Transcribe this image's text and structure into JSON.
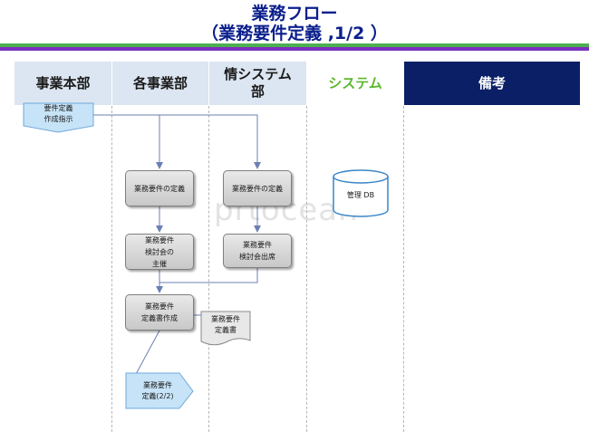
{
  "header": {
    "title_line1": "業務フロー",
    "title_line2": "（業務要件定義 ,1/2 ）"
  },
  "columns": [
    {
      "label": "事業本部"
    },
    {
      "label": "各事業部"
    },
    {
      "label": "情シス​テム\n部"
    },
    {
      "label": "システム"
    },
    {
      "label": "備考"
    }
  ],
  "flow": {
    "start_doc": "要件定義\n作成指示",
    "proc_define_1": "業務要件の定義",
    "proc_define_2": "業務要件の定義",
    "proc_meeting_host": "業務要件\n検討会の\n主催",
    "proc_meeting_attend": "業務要件\n検討会出席",
    "proc_doc_create": "業務要件\n定義書作成",
    "doc_output": "業務要件\n定義書",
    "db_label": "管理 DB",
    "next_page": "業務要件\n定義(2/2)"
  },
  "watermark": "prtocean",
  "colors": {
    "title": "#0b1f8c",
    "accent_green": "#4caf50",
    "accent_purple": "#7b2fbe",
    "header_light": "#dce6f2",
    "header_navy": "#0b1f66",
    "system_green": "#5cb82e",
    "doc_blue": "#c6e3f7",
    "arrow": "#6b7fb3"
  }
}
